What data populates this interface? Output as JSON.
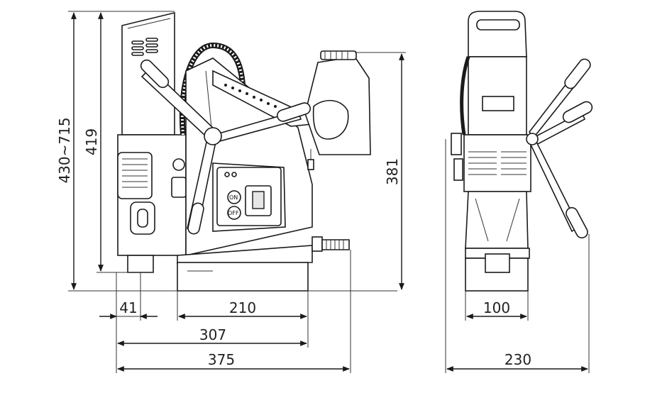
{
  "dimensions": {
    "height_range": "430~715",
    "height_body": "419",
    "height_side": "381",
    "offset_small": "41",
    "base_length": "210",
    "length_mid": "307",
    "length_total": "375",
    "side_base_width": "100",
    "side_total_width": "230"
  },
  "panel_labels": {
    "on": "ON",
    "off": "OFF"
  },
  "colors": {
    "line": "#1a1a1a",
    "background": "#ffffff"
  }
}
